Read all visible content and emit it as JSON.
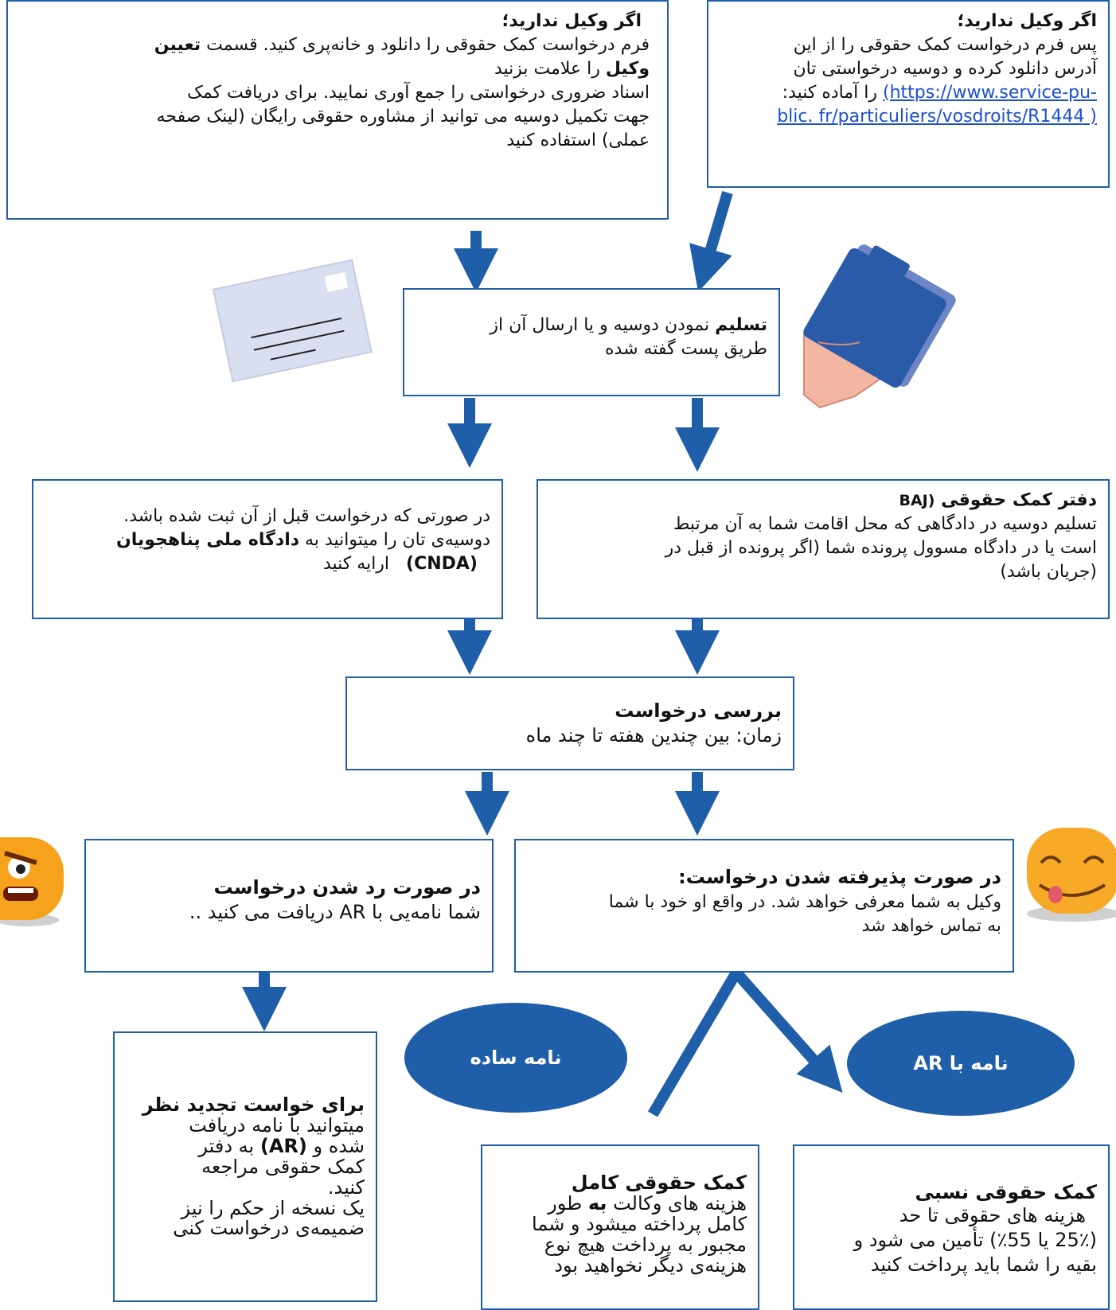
{
  "colors": {
    "accent": "#1f5ea8",
    "link": "#1a4fd0"
  },
  "box1": {
    "title": "اگر وکیل ندارید؛",
    "l1": "فرم درخواست کمک حقوقی را دانلود و خانه‌پری کنید. قسمت",
    "l1b": "تعیین",
    "l2b": "وکیل",
    "l2": "را علامت بزنید",
    "l3": "اسناد ضروری درخواستی را جمع آوری نمایید. برای دریافت کمک",
    "l4": "جهت تکمیل دوسیه می توانید از مشاوره حقوقی رایگان (لینک صفحه",
    "l5": "عملی) استفاده کنید"
  },
  "box2": {
    "title": "اگر وکیل ندارید؛",
    "l1": "پس فرم درخواست کمک حقوقی را از این",
    "l2": "آدرس دانلود کرده و دوسیه درخواستی تان",
    "l3": "را آماده کنید:",
    "link1": "(https://www.service-pu-",
    "link2": "blic. fr/particuliers/vosdroits/R1444 )"
  },
  "box3": {
    "bold": "تسلیم",
    "l1": "نمودن دوسیه و یا ارسال آن از",
    "l2": "طریق پست گفته شده"
  },
  "box4": {
    "l1": "در صورتی که درخواست قبل از آن ثبت شده باشد.",
    "l2": "دوسیه‌ی تان را میتوانید به",
    "l2b": "دادگاه ملی پناهجویان",
    "l3b": "(CNDA)",
    "l3": "ارایه کنید"
  },
  "box5": {
    "title": "دفتر کمک حقوقی",
    "title_abbr": "(BAJ",
    "l1": "تسلیم دوسیه در دادگاهی که محل اقامت شما به آن مرتبط",
    "l2": "است یا در دادگاه مسوول پرونده شما (اگر پرونده از قبل در",
    "l3": "(جریان باشد)"
  },
  "box6": {
    "title": "بررسی درخواست",
    "l1": "زمان: بین چندین هفته تا چند ماه"
  },
  "box7": {
    "title": "در صورت رد شدن درخواست",
    "l1": "شما نامه‌یی با AR دریافت می کنید .."
  },
  "box8": {
    "title": "در صورت پذیرفته شدن درخواست:",
    "l1": "وکیل به شما معرفی خواهد شد. در واقع او خود با شما",
    "l2": "به تماس خواهد شد"
  },
  "ellipse_left": "نامه ساده",
  "ellipse_right": "نامه با  AR",
  "box9": {
    "title": "برای خواست تجدید نظر",
    "l1": "میتوانید با نامه دریافت",
    "l2a": "شده و",
    "l2b": "(AR)",
    "l2c": "به دفتر",
    "l3": "کمک حقوقی مراجعه",
    "l4": "کنید.",
    "l5": "یک نسخه از حکم را نیز",
    "l6": "ضمیمه‌ی درخواست کنی"
  },
  "box10": {
    "title": "کمک حقوقی کامل",
    "l1a": "هزینه های وکالت",
    "l1b": "به",
    "l1c": "طور",
    "l2": "کامل پرداخته میشود و شما",
    "l3": "مجبور به پرداخت هیچ نوع",
    "l4": "هزینه‌ی دیگر نخواهید بود"
  },
  "box11": {
    "title": "کمک حقوقی نسبی",
    "l1": "هزینه های حقوقی تا حد",
    "l2": "(25٪ یا 55٪) تأمین می شود و",
    "l3": "بقیه را شما باید پرداخت کنید"
  }
}
